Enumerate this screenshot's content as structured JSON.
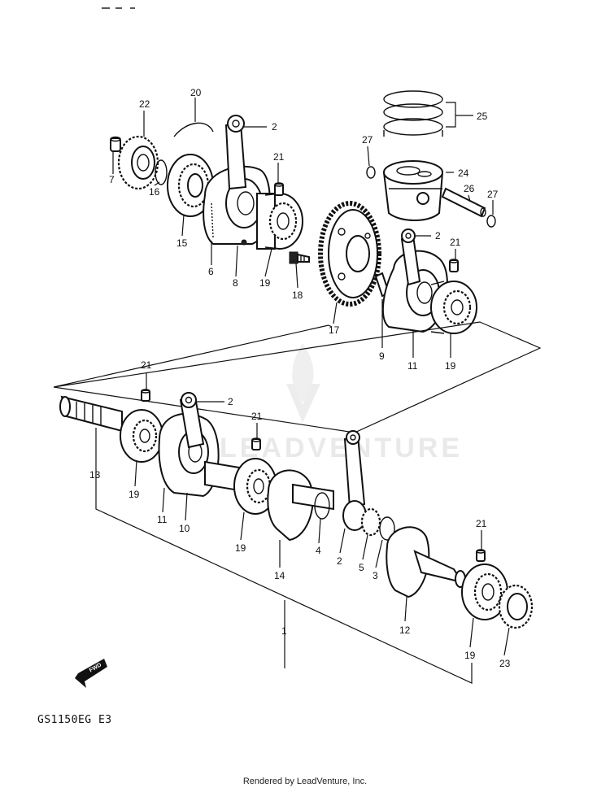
{
  "diagram": {
    "model_code": "GS1150EG E3",
    "footer_credit": "Rendered by LeadVenture, Inc.",
    "watermark": "LEADVENTURE",
    "direction_marker": "FWD",
    "callouts": [
      {
        "id": "c22a",
        "text": "22"
      },
      {
        "id": "c20",
        "text": "20"
      },
      {
        "id": "c2a",
        "text": "2"
      },
      {
        "id": "c7",
        "text": "7"
      },
      {
        "id": "c16",
        "text": "16"
      },
      {
        "id": "c15",
        "text": "15"
      },
      {
        "id": "c21a",
        "text": "21"
      },
      {
        "id": "c6",
        "text": "6"
      },
      {
        "id": "c8",
        "text": "8"
      },
      {
        "id": "c19a",
        "text": "19"
      },
      {
        "id": "c18",
        "text": "18"
      },
      {
        "id": "c17",
        "text": "17"
      },
      {
        "id": "c25",
        "text": "25"
      },
      {
        "id": "c27a",
        "text": "27"
      },
      {
        "id": "c24",
        "text": "24"
      },
      {
        "id": "c26",
        "text": "26"
      },
      {
        "id": "c27b",
        "text": "27"
      },
      {
        "id": "c2b",
        "text": "2"
      },
      {
        "id": "c21b",
        "text": "21"
      },
      {
        "id": "c9",
        "text": "9"
      },
      {
        "id": "c11a",
        "text": "11"
      },
      {
        "id": "c19b",
        "text": "19"
      },
      {
        "id": "c21c",
        "text": "21"
      },
      {
        "id": "c2c",
        "text": "2"
      },
      {
        "id": "c21d",
        "text": "21"
      },
      {
        "id": "c13",
        "text": "13"
      },
      {
        "id": "c19c",
        "text": "19"
      },
      {
        "id": "c11b",
        "text": "11"
      },
      {
        "id": "c10",
        "text": "10"
      },
      {
        "id": "c19d",
        "text": "19"
      },
      {
        "id": "c14",
        "text": "14"
      },
      {
        "id": "c4",
        "text": "4"
      },
      {
        "id": "c2d",
        "text": "2"
      },
      {
        "id": "c5",
        "text": "5"
      },
      {
        "id": "c3",
        "text": "3"
      },
      {
        "id": "c21e",
        "text": "21"
      },
      {
        "id": "c12",
        "text": "12"
      },
      {
        "id": "c1",
        "text": "1"
      },
      {
        "id": "c19e",
        "text": "19"
      },
      {
        "id": "c23",
        "text": "23"
      }
    ]
  }
}
